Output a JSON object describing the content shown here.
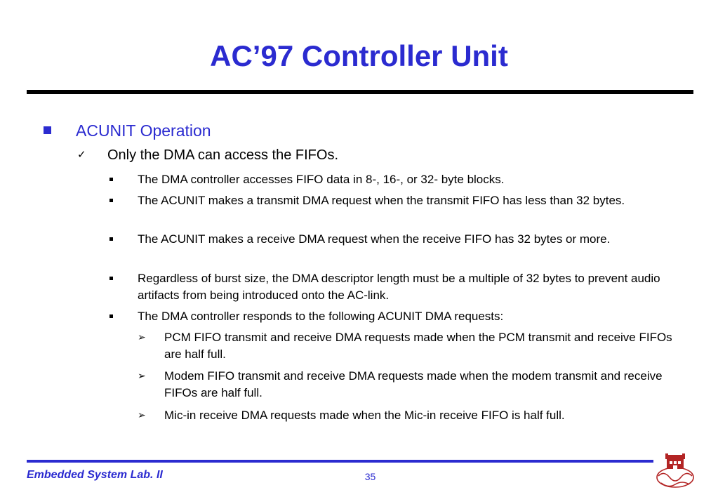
{
  "slide": {
    "title": "AC’97 Controller Unit",
    "page_number": "35",
    "footer_text": "Embedded System Lab. II"
  },
  "colors": {
    "accent": "#2b2bd0",
    "rule": "#000000",
    "logo": "#b32424"
  },
  "icons": {
    "level1": "square-bullet-icon",
    "level2": "checkmark-icon",
    "level3": "small-square-bullet-icon",
    "level4": "arrowhead-icon",
    "logo": "lab-logo-icon"
  },
  "bullets": {
    "level1": "ACUNIT Operation",
    "level2": "Only the DMA can access the FIFOs.",
    "level3": [
      "The DMA controller accesses FIFO data in 8-, 16-, or 32- byte blocks.",
      "The ACUNIT makes a transmit DMA request when the transmit FIFO has less than 32 bytes.",
      "The ACUNIT makes a receive DMA request when the receive FIFO has 32 bytes or more.",
      "Regardless of burst size, the DMA descriptor length must be a multiple of 32 bytes to prevent audio artifacts from being introduced onto the AC-link.",
      "The DMA controller responds to the following ACUNIT DMA requests:"
    ],
    "level4": [
      "PCM FIFO transmit and receive DMA requests made when the PCM transmit and receive FIFOs are half full.",
      "Modem FIFO transmit and receive DMA requests made when the modem transmit and receive FIFOs are half full.",
      "Mic-in receive DMA requests made when the Mic-in receive FIFO is half full."
    ]
  }
}
